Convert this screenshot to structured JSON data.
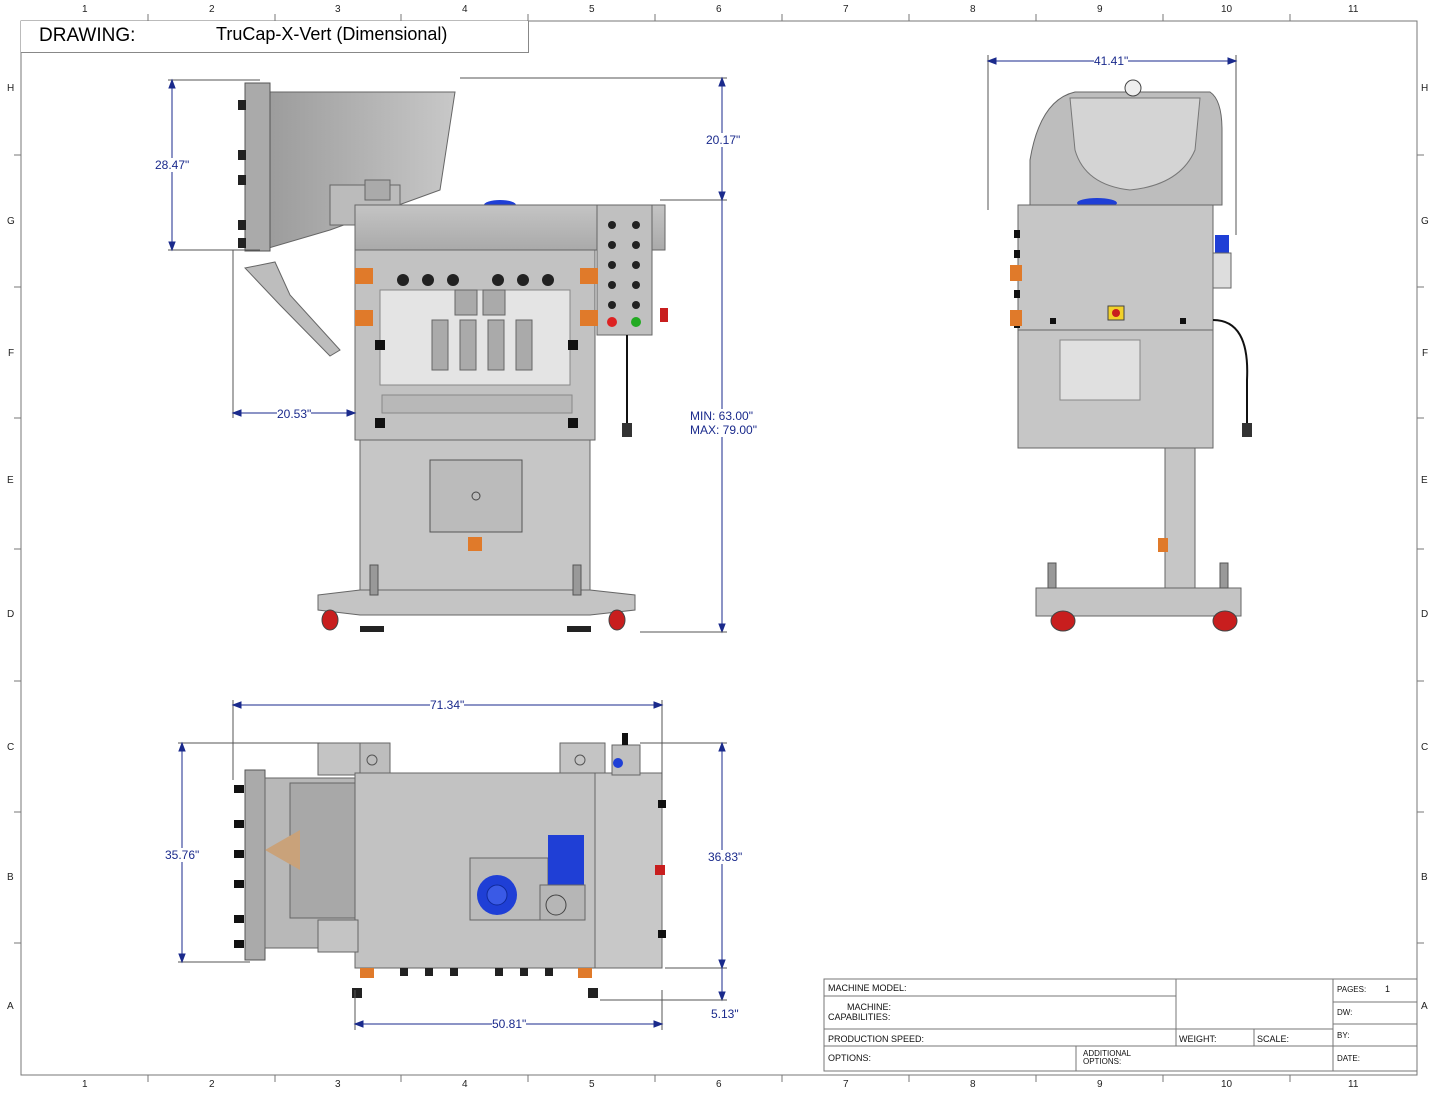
{
  "title_block_top": {
    "label": "DRAWING:",
    "value": "TruCap-X-Vert (Dimensional)"
  },
  "grid": {
    "columns": [
      "1",
      "2",
      "3",
      "4",
      "5",
      "6",
      "7",
      "8",
      "9",
      "10",
      "11"
    ],
    "rows": [
      "H",
      "G",
      "F",
      "E",
      "D",
      "C",
      "B",
      "A"
    ]
  },
  "dimensions": {
    "front_hopper_height": "28.47\"",
    "front_top_height": "20.17\"",
    "front_feed_offset": "20.53\"",
    "front_height_min": "MIN: 63.00\"",
    "front_height_max": "MAX: 79.00\"",
    "side_width": "41.41\"",
    "top_overall_length": "71.34\"",
    "top_depth_left": "35.76\"",
    "top_depth_right": "36.83\"",
    "top_offset": "5.13\"",
    "top_base_length": "50.81\""
  },
  "title_block": {
    "machine_model": "MACHINE MODEL:",
    "machine_capabilities_1": "MACHINE:",
    "machine_capabilities_2": "CAPABILITIES:",
    "production_speed": "PRODUCTION SPEED:",
    "weight": "WEIGHT:",
    "scale": "SCALE:",
    "options": "OPTIONS:",
    "additional_options_1": "ADDITIONAL",
    "additional_options_2": "OPTIONS:",
    "pages_label": "PAGES:",
    "pages_value": "1",
    "dw": "DW:",
    "by": "BY:",
    "date": "DATE:"
  },
  "colors": {
    "dimension_text": "#1a2a8c",
    "machine_gray": "#b4b4b4",
    "motor_blue": "#1f3fd6",
    "accent_orange": "#e07a2a",
    "wheel_red": "#c81e1e"
  }
}
